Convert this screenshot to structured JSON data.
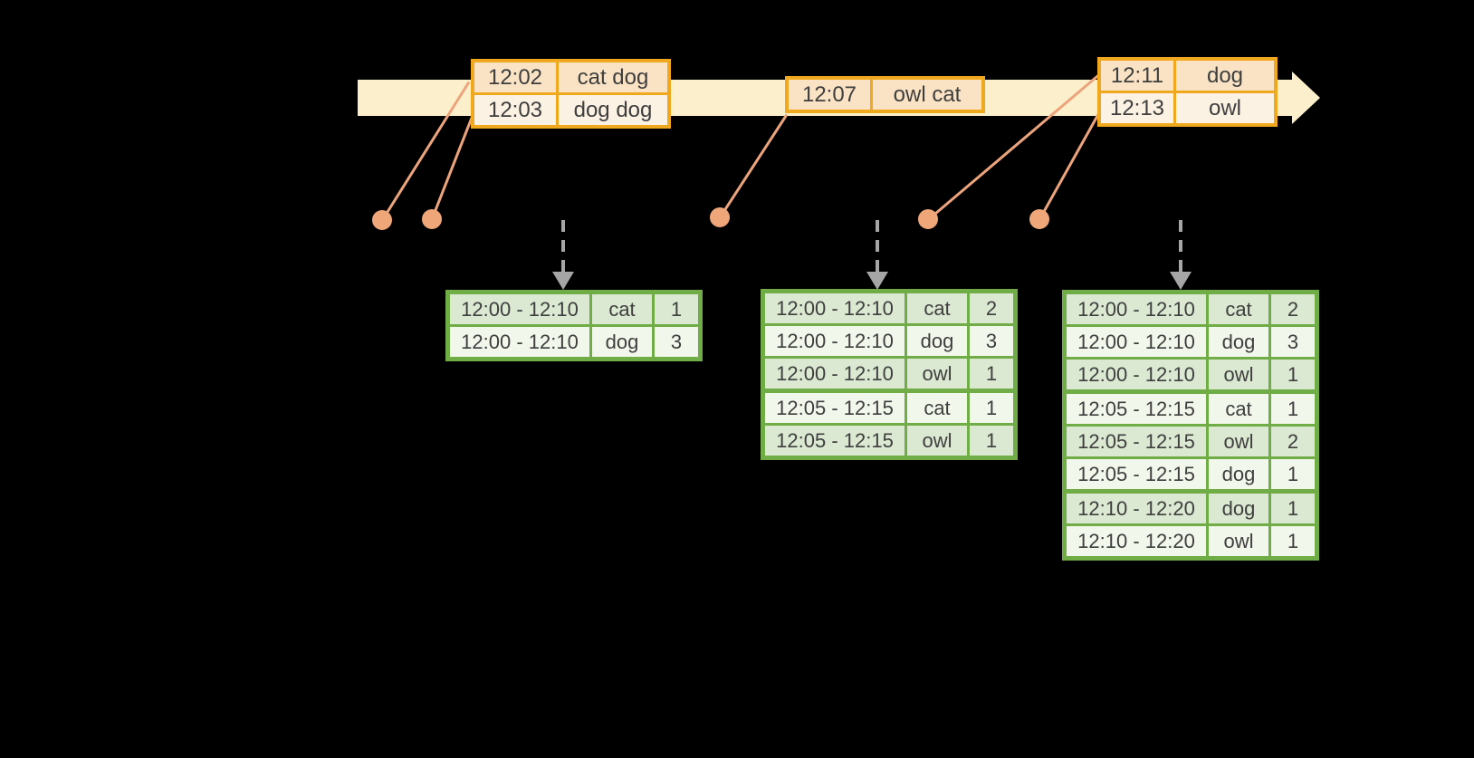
{
  "diagram": {
    "description": "Windowed grouped aggregation over a stream of words",
    "timeline": {
      "event_tables": [
        {
          "id": "events-12-02-and-12-03",
          "rows": [
            [
              "12:02",
              "cat dog"
            ],
            [
              "12:03",
              "dog dog"
            ]
          ]
        },
        {
          "id": "events-12-07",
          "rows": [
            [
              "12:07",
              "owl cat"
            ]
          ]
        },
        {
          "id": "events-12-11-and-12-13",
          "rows": [
            [
              "12:11",
              "dog"
            ],
            [
              "12:13",
              "owl"
            ]
          ]
        }
      ],
      "event_dots": [
        "12:02",
        "12:03",
        "12:07",
        "12:11",
        "12:13"
      ]
    },
    "result_tables": [
      {
        "id": "result-table-1",
        "rows": [
          [
            "12:00 - 12:10",
            "cat",
            "1"
          ],
          [
            "12:00 - 12:10",
            "dog",
            "3"
          ]
        ]
      },
      {
        "id": "result-table-2",
        "rows": [
          [
            "12:00 - 12:10",
            "cat",
            "2"
          ],
          [
            "12:00 - 12:10",
            "dog",
            "3"
          ],
          [
            "12:00 - 12:10",
            "owl",
            "1"
          ],
          [
            "12:05 - 12:15",
            "cat",
            "1"
          ],
          [
            "12:05 - 12:15",
            "owl",
            "1"
          ]
        ]
      },
      {
        "id": "result-table-3",
        "rows": [
          [
            "12:00 - 12:10",
            "cat",
            "2"
          ],
          [
            "12:00 - 12:10",
            "dog",
            "3"
          ],
          [
            "12:00 - 12:10",
            "owl",
            "1"
          ],
          [
            "12:05 - 12:15",
            "cat",
            "1"
          ],
          [
            "12:05 - 12:15",
            "owl",
            "2"
          ],
          [
            "12:05 - 12:15",
            "dog",
            "1"
          ],
          [
            "12:10 - 12:20",
            "dog",
            "1"
          ],
          [
            "12:10 - 12:20",
            "owl",
            "1"
          ]
        ]
      }
    ],
    "colors": {
      "background": "#000000",
      "timeline_band": "#FBF0CB",
      "event_table_border": "#F0A81E",
      "event_row_peach": "#FAE3C4",
      "event_row_cream": "#FCF2E3",
      "result_table_border": "#70AD47",
      "result_row_green": "#DCE9D2",
      "result_row_light": "#F2F7EC",
      "dot_salmon": "#EFA77A",
      "trigger_gray": "#A6A6A6",
      "text": "#3E3E3E"
    }
  }
}
